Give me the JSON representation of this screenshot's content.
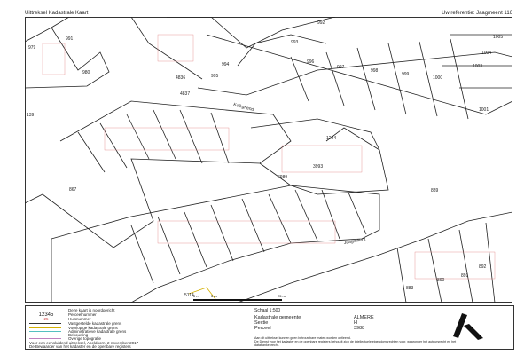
{
  "header": {
    "title": "Uittreksel Kadastrale Kaart",
    "reference": "Uw referentie: Jaagmeent 116"
  },
  "map": {
    "street_labels": [
      "Kolkgriend",
      "Jaagmeent"
    ],
    "parcel_labels": [
      "991",
      "992",
      "993",
      "994",
      "995",
      "996",
      "997",
      "998",
      "999",
      "1000",
      "1001",
      "1003",
      "1004",
      "1005",
      "979",
      "980",
      "4836",
      "4837",
      "1294",
      "3993",
      "3989",
      "889",
      "867",
      "139",
      "883",
      "890",
      "891",
      "892",
      "5114"
    ],
    "scale_bar": [
      "0 m",
      "5 m",
      "25 m"
    ]
  },
  "legend": {
    "north": "Deze kaart is noordgericht",
    "items": [
      {
        "sym": "12345",
        "label": "Perceelnummer"
      },
      {
        "sym": "25",
        "label": "Huisnummer"
      },
      {
        "label": "Vastgestelde kadastrale grens",
        "color": "#333333"
      },
      {
        "label": "Voorlopige kadastrale grens",
        "color": "#d4b000"
      },
      {
        "label": "Administratieve kadastrale grens",
        "color": "#55c0c0"
      },
      {
        "label": "Bebouwing",
        "color": "#999999"
      },
      {
        "label": "Overige topografie",
        "color": "#c080c0"
      }
    ],
    "certification": "Voor een eensluidend uittreksel, Apeldoorn, 2 november 2017",
    "registrar": "De Bewaarder van het kadaster en de openbare registers",
    "scale": "Schaal 1:500",
    "gemeente_label": "Kadastrale gemeente",
    "gemeente": "ALMERE",
    "sectie_label": "Sectie",
    "sectie": "H",
    "perceel_label": "Perceel",
    "perceel": "3988",
    "disclaimer1": "Aan dit uittreksel kunnen geen betrouwbare maten worden ontleend.",
    "disclaimer2": "De Dienst voor het kadaster en de openbare registers behoudt zich de intellectuele eigendomsrechten voor, waaronder het auteursrecht en het databankenrecht."
  }
}
